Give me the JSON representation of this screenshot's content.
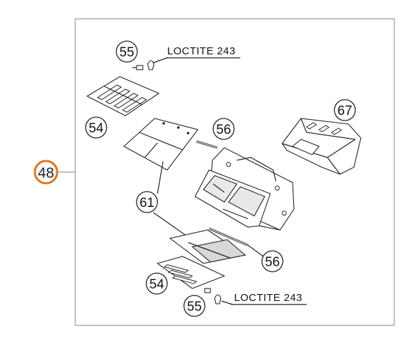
{
  "assembly": {
    "number": "48",
    "highlight_color": "#e8731a",
    "frame_color": "#9a9a9a"
  },
  "callouts": {
    "screw_top": "55",
    "note_top": "LOCTITE 243",
    "reed_petals_top": "54",
    "stop_plate": "61",
    "pin_top": "56",
    "cover": "67",
    "pin_bottom": "56",
    "reed_petals_bottom": "54",
    "screw_bottom": "55",
    "note_bottom": "LOCTITE 243"
  }
}
